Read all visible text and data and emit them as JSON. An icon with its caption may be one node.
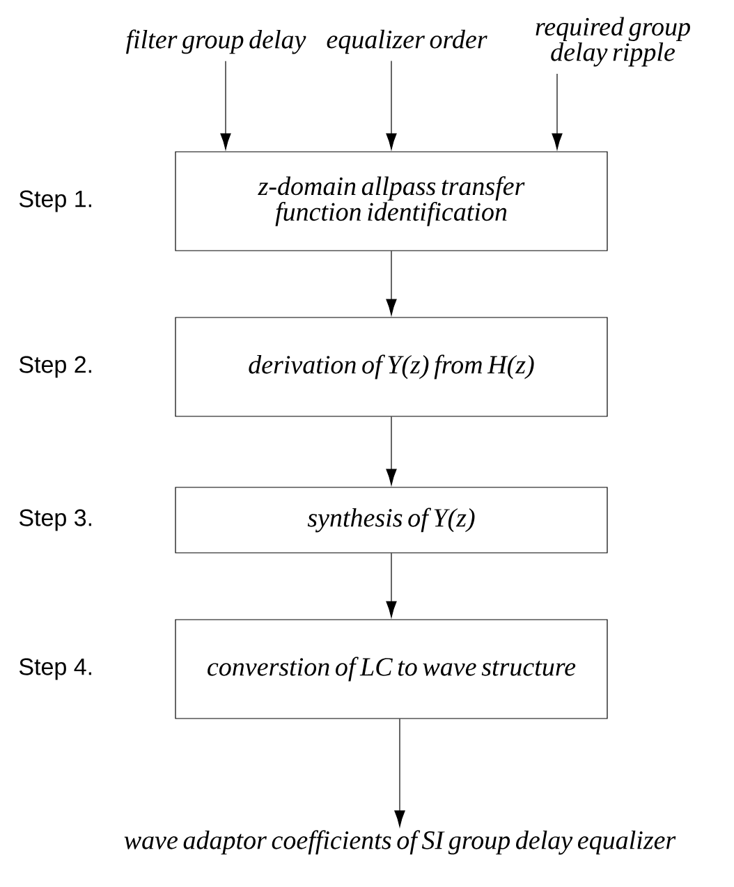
{
  "diagram": {
    "nodes": [
      {
        "text": [
          "filter group delay"
        ]
      },
      {
        "text": [
          "equalizer order"
        ]
      },
      {
        "text": [
          "required group delay ripple"
        ]
      },
      {
        "text": [
          "z-domain allpass transfer function identification"
        ],
        "beside": [
          "Step 1."
        ]
      },
      {
        "text": [
          "derivation of Y(z) from H(z)"
        ],
        "beside": [
          "Step 2."
        ]
      },
      {
        "text": [
          "synthesis of Y(z)"
        ],
        "beside": [
          "Step 3."
        ]
      },
      {
        "text": [
          "converstion of LC to wave structure"
        ],
        "beside": [
          "Step 4."
        ]
      },
      {
        "text": [
          "wave adaptor coefficients of SI group delay equalizer"
        ]
      }
    ],
    "edges": [
      {
        "from": 0,
        "to": 3,
        "arrow": "to"
      },
      {
        "from": 1,
        "to": 3,
        "arrow": "to"
      },
      {
        "from": 2,
        "to": 3,
        "arrow": "to"
      },
      {
        "from": 3,
        "to": 4,
        "arrow": "to"
      },
      {
        "from": 4,
        "to": 5,
        "arrow": "to"
      },
      {
        "from": 5,
        "to": 6,
        "arrow": "to"
      },
      {
        "from": 6,
        "to": 7,
        "arrow": "to"
      }
    ]
  }
}
